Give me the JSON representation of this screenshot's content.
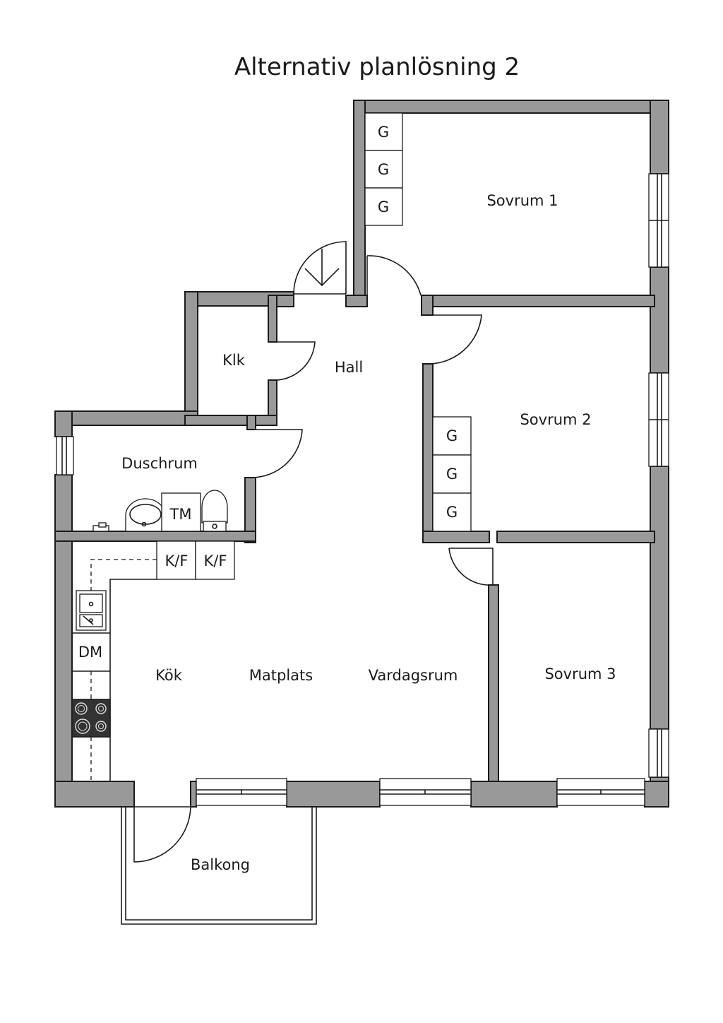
{
  "title": "Alternativ planlösning 2",
  "rooms": {
    "sovrum1": "Sovrum 1",
    "sovrum2": "Sovrum 2",
    "sovrum3": "Sovrum 3",
    "hall": "Hall",
    "klk": "Klk",
    "duschrum": "Duschrum",
    "kok": "Kök",
    "matplats": "Matplats",
    "vardagsrum": "Vardagsrum",
    "balkong": "Balkong"
  },
  "fixtures": {
    "wardrobe": "G",
    "tm": "TM",
    "kf": "K/F",
    "dm": "DM"
  },
  "colors": {
    "wall": "#999999",
    "stroke": "#1a1a1a",
    "stove": "#333333"
  }
}
